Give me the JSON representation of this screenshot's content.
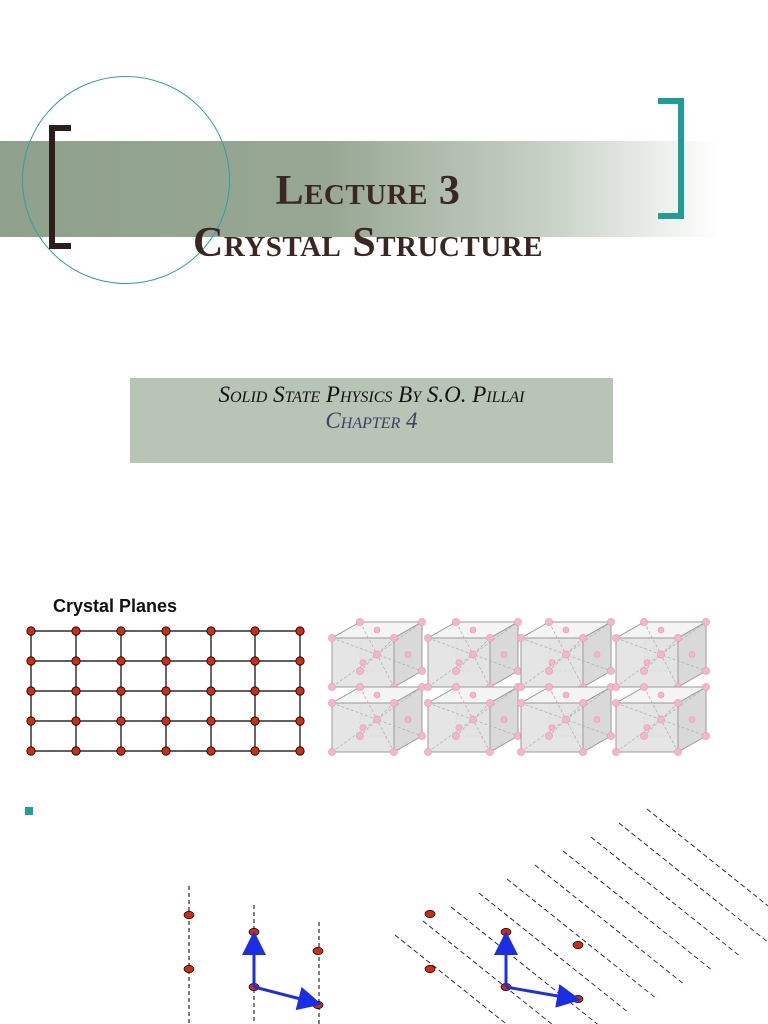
{
  "title": {
    "line1": "Lecture 3",
    "line2": "Crystal Structure"
  },
  "subtitle": {
    "line1": "Solid State Physics  By S.O. Pillai",
    "line2": "Chapter 4"
  },
  "figure": {
    "label": "Crystal Planes"
  },
  "colors": {
    "band": "#8fa08c",
    "accent": "#1c9e97",
    "title": "#3a2622",
    "subtitle_box": "#b8c4b6",
    "lattice_point": "#d42a10",
    "vector": "#1a2ee8"
  }
}
